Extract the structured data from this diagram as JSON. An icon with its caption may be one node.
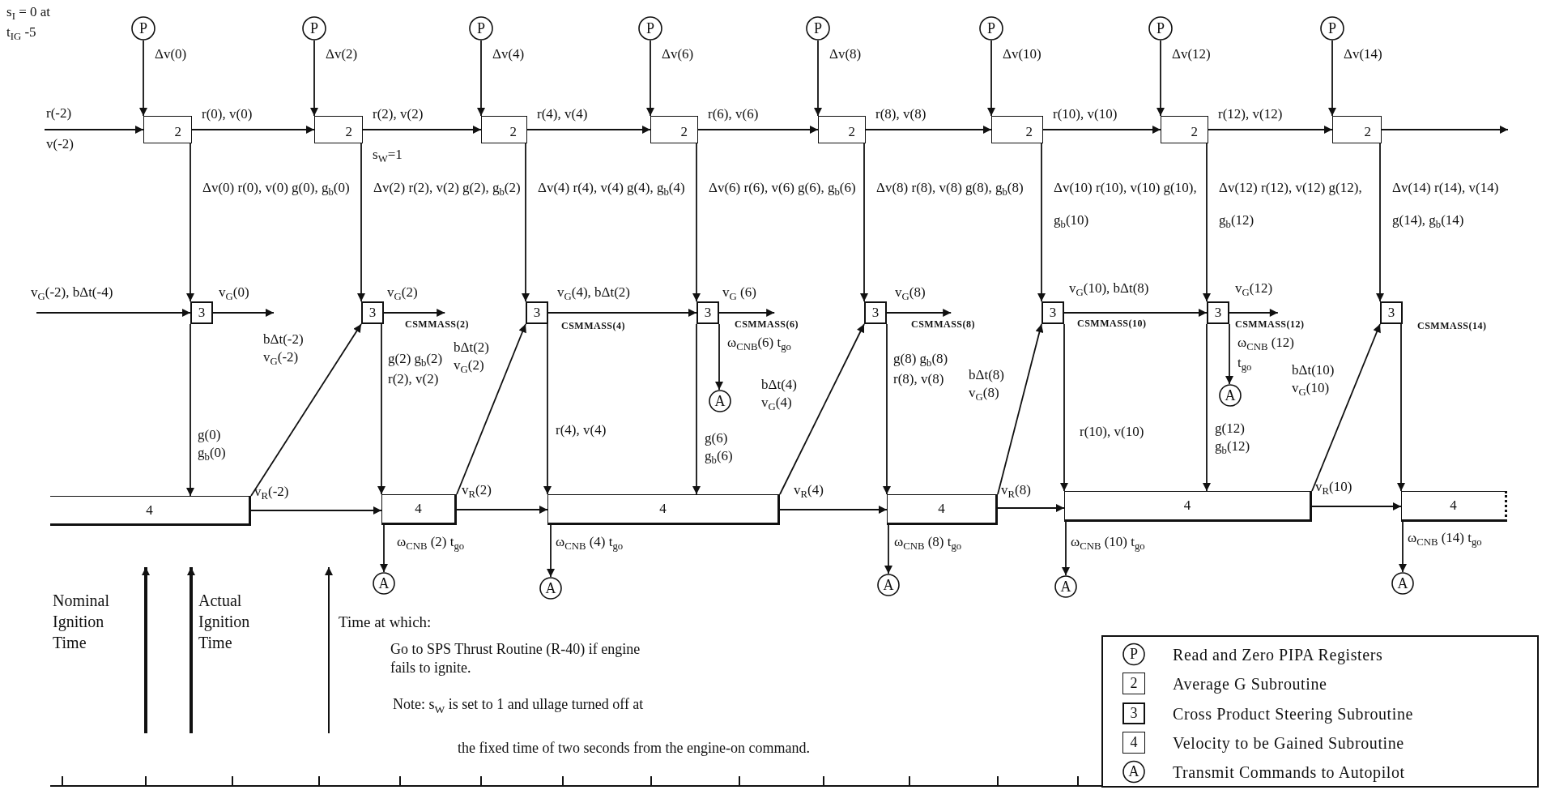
{
  "diagram": {
    "nodes": [
      {
        "text": [
          "P"
        ]
      },
      {
        "text": [
          "P"
        ]
      },
      {
        "text": [
          "P"
        ]
      },
      {
        "text": [
          "P"
        ]
      },
      {
        "text": [
          "P"
        ]
      },
      {
        "text": [
          "P"
        ]
      },
      {
        "text": [
          "P"
        ]
      },
      {
        "text": [
          "P"
        ]
      },
      {
        "text": [
          "2"
        ]
      },
      {
        "text": [
          "2"
        ]
      },
      {
        "text": [
          "2"
        ]
      },
      {
        "text": [
          "2"
        ]
      },
      {
        "text": [
          "2"
        ]
      },
      {
        "text": [
          "2"
        ]
      },
      {
        "text": [
          "2"
        ]
      },
      {
        "text": [
          "2"
        ]
      },
      {
        "text": [
          "3"
        ]
      },
      {
        "text": [
          "3"
        ]
      },
      {
        "text": [
          "3"
        ]
      },
      {
        "text": [
          "3"
        ]
      },
      {
        "text": [
          "3"
        ]
      },
      {
        "text": [
          "3"
        ]
      },
      {
        "text": [
          "3"
        ]
      },
      {
        "text": [
          "3"
        ]
      },
      {
        "text": [
          "A"
        ]
      },
      {
        "text": [
          "A"
        ]
      },
      {
        "text": [
          "4"
        ]
      },
      {
        "text": [
          "4"
        ]
      },
      {
        "text": [
          "4"
        ]
      },
      {
        "text": [
          "4"
        ]
      },
      {
        "text": [
          "4"
        ]
      },
      {
        "text": [
          "4"
        ]
      },
      {
        "text": [
          "A"
        ]
      },
      {
        "text": [
          "A"
        ]
      },
      {
        "text": [
          "A"
        ]
      },
      {
        "text": [
          "A"
        ]
      },
      {
        "text": [
          "A"
        ]
      },
      {
        "text": [
          "CSMMASS(2)"
        ]
      },
      {
        "text": [
          "CSMMASS(6)"
        ]
      },
      {
        "text": [
          "CSMMASS(8)"
        ]
      },
      {
        "text": [
          "CSMMASS(12)"
        ]
      }
    ],
    "edges": [
      {
        "from": null,
        "to": 8,
        "arrow": "to",
        "label": "r(-2) v(-2)"
      },
      {
        "from": 0,
        "to": 8,
        "arrow": "to",
        "label": "Δv(0)"
      },
      {
        "from": 8,
        "to": 9,
        "arrow": "to",
        "label": "r(0), v(0)"
      },
      {
        "from": 1,
        "to": 9,
        "arrow": "to",
        "label": "Δv(2)"
      },
      {
        "from": 9,
        "to": 10,
        "arrow": "to",
        "label": "r(2), v(2)"
      },
      {
        "from": 2,
        "to": 10,
        "arrow": "to",
        "label": "Δv(4)"
      },
      {
        "from": 10,
        "to": 11,
        "arrow": "to",
        "label": "r(4), v(4)"
      },
      {
        "from": 3,
        "to": 11,
        "arrow": "to",
        "label": "Δv(6)"
      },
      {
        "from": 11,
        "to": 12,
        "arrow": "to",
        "label": "r(6), v(6)"
      },
      {
        "from": 4,
        "to": 12,
        "arrow": "to",
        "label": "Δv(8)"
      },
      {
        "from": 12,
        "to": 13,
        "arrow": "to",
        "label": "r(8), v(8)"
      },
      {
        "from": 5,
        "to": 13,
        "arrow": "to",
        "label": "Δv(10)"
      },
      {
        "from": 13,
        "to": 14,
        "arrow": "to",
        "label": "r(10), v(10)"
      },
      {
        "from": 6,
        "to": 14,
        "arrow": "to",
        "label": "Δv(12)"
      },
      {
        "from": 14,
        "to": 15,
        "arrow": "to",
        "label": "r(12), v(12)"
      },
      {
        "from": 7,
        "to": 15,
        "arrow": "to",
        "label": "Δv(14)"
      },
      {
        "from": 15,
        "to": null,
        "arrow": "to"
      },
      {
        "from": 8,
        "to": 16,
        "arrow": "to",
        "label": "Δv(0) r(0), v(0) g(0), g$_{b}$(0)"
      },
      {
        "from": 9,
        "to": 17,
        "arrow": "to",
        "label": "Δv(2) r(2), v(2) g(2), g$_{b}$(2)"
      },
      {
        "from": 10,
        "to": 18,
        "arrow": "to",
        "label": "Δv(4) r(4), v(4) g(4), g$_{b}$(4)"
      },
      {
        "from": 11,
        "to": 19,
        "arrow": "to",
        "label": "Δv(6) r(6), v(6) g(6), g$_{b}$(6)"
      },
      {
        "from": 12,
        "to": 20,
        "arrow": "to",
        "label": "Δv(8) r(8), v(8) g(8), g$_{b}$(8)"
      },
      {
        "from": 13,
        "to": 21,
        "arrow": "to",
        "label": "Δv(10) r(10), v(10) g(10), g$_{b}$(10)"
      },
      {
        "from": 14,
        "to": 22,
        "arrow": "to",
        "label": "Δv(12) r(12), v(12) g(12), g$_{b}$(12)"
      },
      {
        "from": 15,
        "to": 23,
        "arrow": "to",
        "label": "Δv(14) r(14), v(14) g(14), g$_{b}$(14)"
      },
      {
        "from": null,
        "to": 16,
        "arrow": "to",
        "label": "v$_{G}$(-2), bΔt(-4)"
      },
      {
        "from": 16,
        "to": null,
        "arrow": "to",
        "label": "v$_{G}$(0)"
      },
      {
        "from": 17,
        "to": 37,
        "arrow": "to",
        "label": "v$_{G}$(2)"
      },
      {
        "from": 18,
        "to": 19,
        "arrow": "to",
        "label": "v$_{G}$(4), bΔt(2)"
      },
      {
        "from": 19,
        "to": 38,
        "arrow": "to",
        "label": "v$_{G}$ (6)"
      },
      {
        "from": 19,
        "to": 24,
        "arrow": "to",
        "label": "ω$_{CNB}$(6) t$_{go}$"
      },
      {
        "from": 20,
        "to": 39,
        "arrow": "to",
        "label": "v$_{G}$(8)"
      },
      {
        "from": 21,
        "to": 22,
        "arrow": "to",
        "label": "v$_{G}$(10), bΔt(8)"
      },
      {
        "from": 22,
        "to": 40,
        "arrow": "to",
        "label": "v$_{G}$(12)"
      },
      {
        "from": 22,
        "to": 25,
        "arrow": "to",
        "label": "ω$_{CNB}$ (12) t$_{go}$"
      },
      {
        "from": 16,
        "to": 26,
        "arrow": "to",
        "label": "g(0) g$_{b}$(0)"
      },
      {
        "from": 17,
        "to": 27,
        "arrow": "to",
        "label": "g(2) g$_{b}$(2) r(2), v(2)"
      },
      {
        "from": 18,
        "to": 28,
        "arrow": "to",
        "label": "r(4), v(4)"
      },
      {
        "from": 19,
        "to": 28,
        "arrow": "to",
        "label": "g(6) g$_{b}$(6)"
      },
      {
        "from": 20,
        "to": 29,
        "arrow": "to",
        "label": "g(8) g$_{b}$(8) r(8), v(8)"
      },
      {
        "from": 21,
        "to": 30,
        "arrow": "to",
        "label": "r(10), v(10)"
      },
      {
        "from": 22,
        "to": 30,
        "arrow": "to",
        "label": "g(12) g$_{b}$(12)"
      },
      {
        "from": 23,
        "to": 31,
        "arrow": "to"
      },
      {
        "from": 26,
        "to": 27,
        "arrow": "to",
        "label": "v$_{R}$(-2)"
      },
      {
        "from": 26,
        "to": 17,
        "arrow": "to",
        "label": "bΔt(-2) v$_{G}$(-2)"
      },
      {
        "from": 27,
        "to": 32,
        "arrow": "to",
        "label": "ω$_{CNB}$ (2) t$_{go}$"
      },
      {
        "from": 27,
        "to": 28,
        "arrow": "to",
        "label": "v$_{R}$(2)"
      },
      {
        "from": 27,
        "to": 18,
        "arrow": "to",
        "label": "bΔt(2) v$_{G}$(2)"
      },
      {
        "from": 28,
        "to": 33,
        "arrow": "to",
        "label": "ω$_{CNB}$ (4) t$_{go}$"
      },
      {
        "from": 28,
        "to": 29,
        "arrow": "to",
        "label": "v$_{R}$(4)"
      },
      {
        "from": 28,
        "to": 20,
        "arrow": "to",
        "label": "bΔt(4) v$_{G}$(4)"
      },
      {
        "from": 29,
        "to": 34,
        "arrow": "to",
        "label": "ω$_{CNB}$ (8) t$_{go}$"
      },
      {
        "from": 29,
        "to": 30,
        "arrow": "to",
        "label": "v$_{R}$(8)"
      },
      {
        "from": 29,
        "to": 21,
        "arrow": "to",
        "label": "bΔt(8) v$_{G}$(8)"
      },
      {
        "from": 30,
        "to": 35,
        "arrow": "to",
        "label": "ω$_{CNB}$ (10) t$_{go}$"
      },
      {
        "from": 30,
        "to": 31,
        "arrow": "to",
        "label": "v$_{R}$(10)"
      },
      {
        "from": 30,
        "to": 23,
        "arrow": "to",
        "label": "bΔt(10) v$_{G}$(10)"
      },
      {
        "from": 31,
        "to": 36,
        "arrow": "to",
        "label": "ω$_{CNB}$ (14) t$_{go}$"
      }
    ],
    "labels": [
      "s$_{I}$ = 0 at t$_{IG}$ -5",
      "s$_{W}$=1",
      "CSMMASS(4)",
      "CSMMASS(10)",
      "CSMMASS(14)",
      "Nominal Ignition Time",
      "Actual Ignition Time",
      "Time at which:",
      "Go to SPS Thrust Routine (R-40) if engine fails to ignite.",
      "Note: s$_{W}$ is set to 1 and ullage turned off at",
      "the fixed time of two seconds from the engine-on command.",
      "P",
      "2",
      "3",
      "4",
      "A"
    ],
    "legend": [
      {
        "text": "Read and Zero PIPA Registers"
      },
      {
        "text": "Average G Subroutine"
      },
      {
        "text": "Cross Product Steering Subroutine"
      },
      {
        "text": "Velocity to be Gained Subroutine"
      },
      {
        "text": "Transmit Commands to Autopilot"
      }
    ]
  }
}
